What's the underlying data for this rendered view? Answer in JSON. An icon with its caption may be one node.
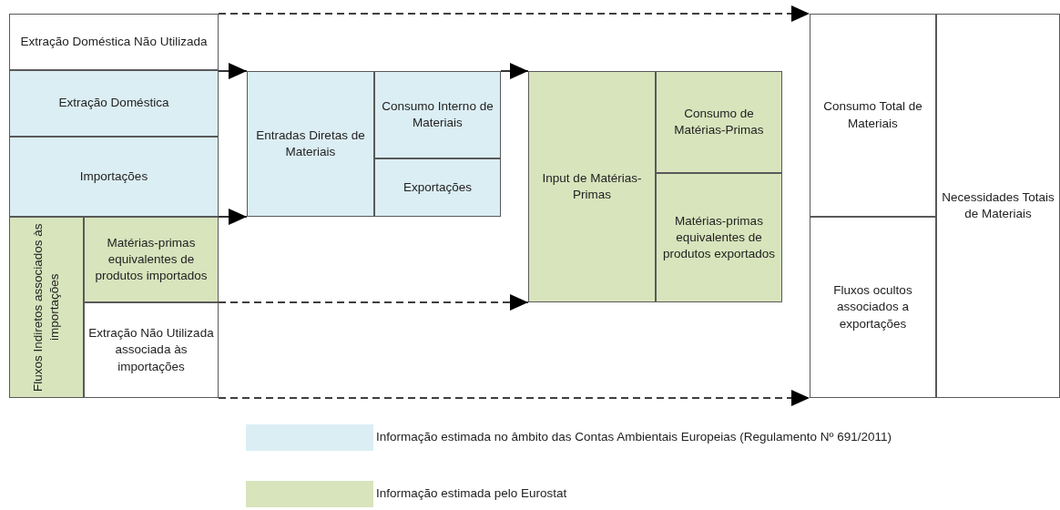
{
  "diagram": {
    "nodes": [
      {
        "text": [
          "Extração Doméstica Não Utilizada"
        ]
      },
      {
        "text": [
          "Extração Doméstica"
        ]
      },
      {
        "text": [
          "Importações"
        ]
      },
      {
        "text": [
          "Fluxos Indiretos associados às importações"
        ]
      },
      {
        "text": [
          "Matérias-primas equivalentes de produtos importados"
        ]
      },
      {
        "text": [
          "Extração Não Utilizada associada às importações"
        ]
      },
      {
        "text": [
          "Entradas Diretas de Materiais"
        ]
      },
      {
        "text": [
          "Consumo Interno de Materiais"
        ]
      },
      {
        "text": [
          "Exportações"
        ]
      },
      {
        "text": [
          "Input de Matérias-Primas"
        ]
      },
      {
        "text": [
          "Consumo de Matérias-Primas"
        ]
      },
      {
        "text": [
          "Matérias-primas equivalentes de produtos exportados"
        ]
      },
      {
        "text": [
          "Consumo Total de Materiais"
        ]
      },
      {
        "text": [
          "Fluxos ocultos associados a exportações"
        ]
      },
      {
        "text": [
          "Necessidades Totais de Materiais"
        ]
      }
    ],
    "edges": [
      {
        "from": 0,
        "to": 12,
        "arrow": "to",
        "style": "dashed"
      },
      {
        "from": 1,
        "to": 6,
        "arrow": "to"
      },
      {
        "from": 7,
        "to": 9,
        "arrow": "to"
      },
      {
        "from": 2,
        "to": 6,
        "arrow": "to"
      },
      {
        "from": 4,
        "to": 9,
        "arrow": "to",
        "style": "dashed"
      },
      {
        "from": 5,
        "to": 13,
        "arrow": "to",
        "style": "dashed"
      }
    ],
    "legend": [
      {
        "text": "Informação estimada no âmbito das Contas Ambientais Europeias (Regulamento Nº 691/2011)",
        "color": "#dbeef4"
      },
      {
        "text": "Informação estimada pelo Eurostat",
        "color": "#d8e4bc"
      }
    ]
  }
}
